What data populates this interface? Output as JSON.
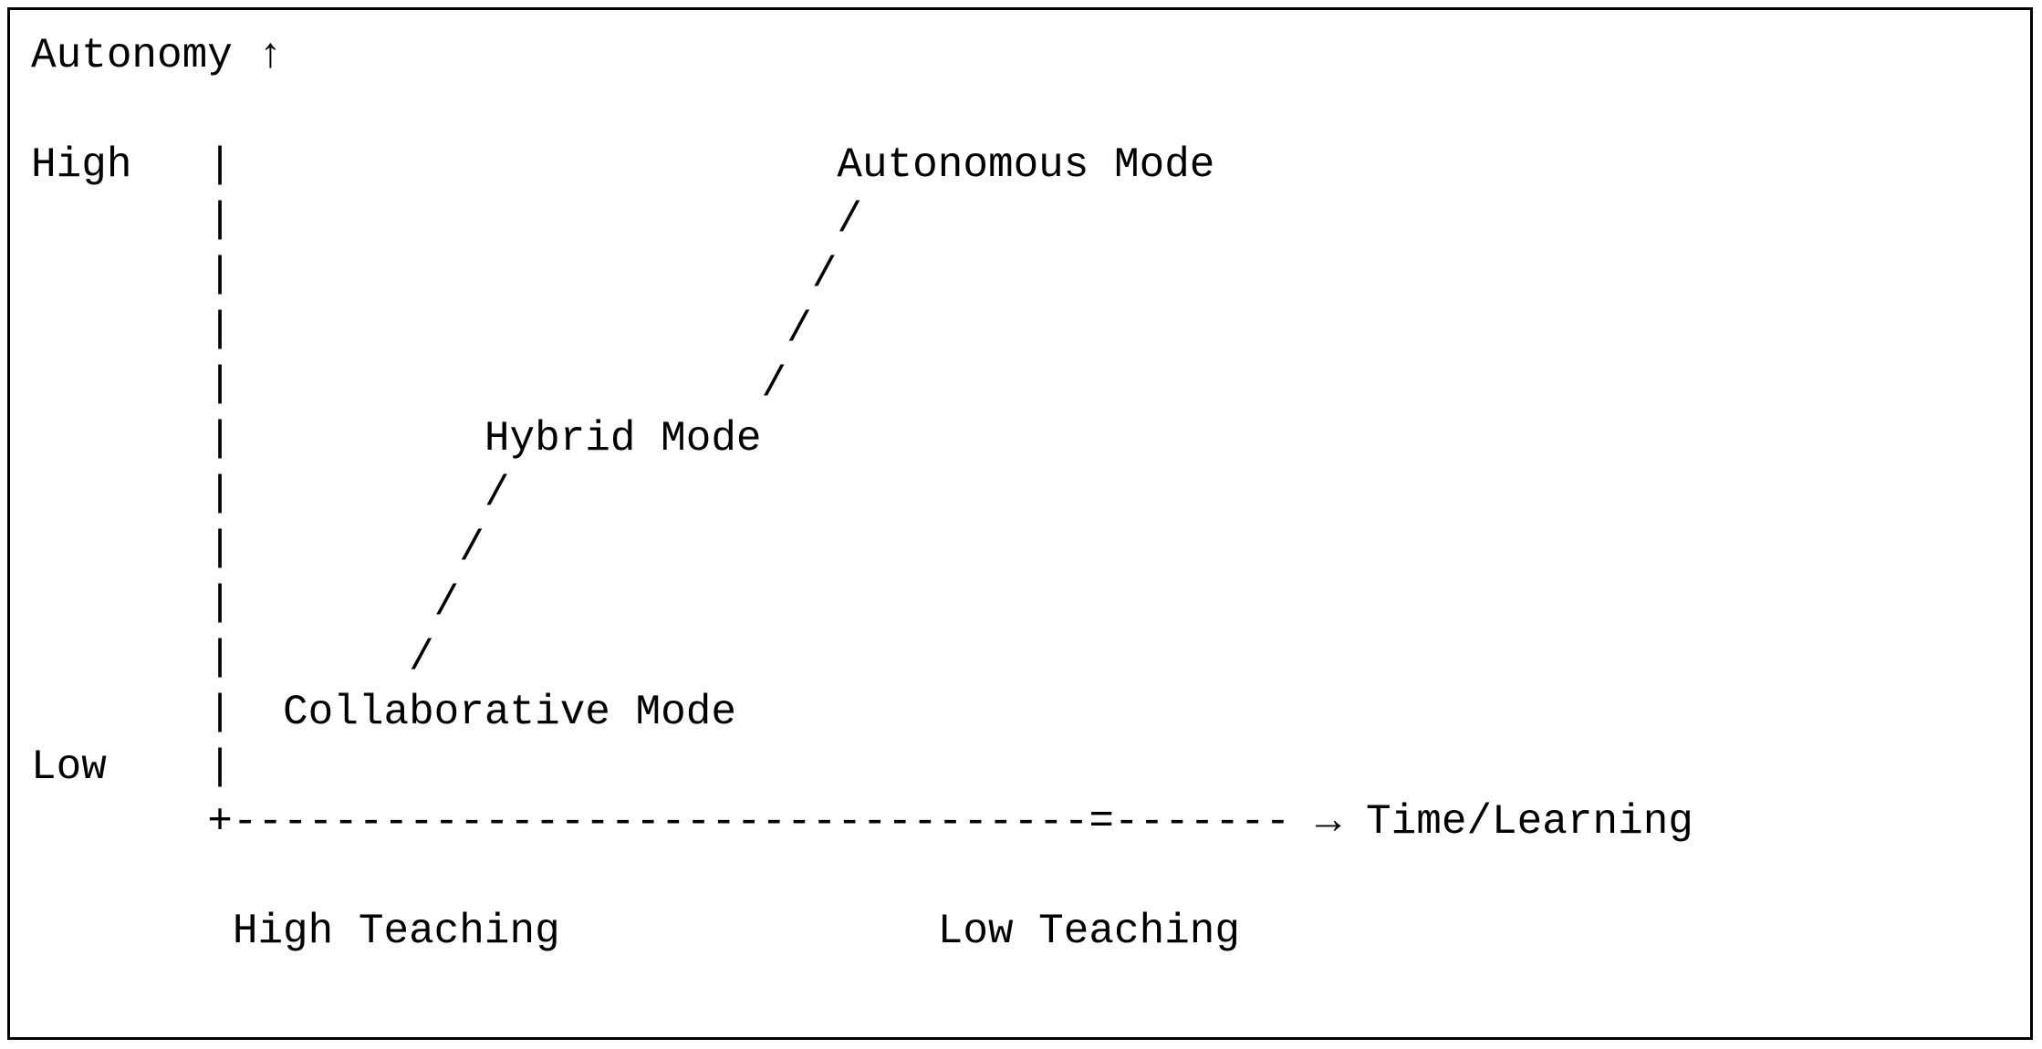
{
  "diagram": {
    "text_color": "#000000",
    "background_color": "#ffffff",
    "border_color": "#000000",
    "lines": [
      "Autonomy ↑",
      "",
      "High   |                        Autonomous Mode",
      "       |                        /",
      "       |                       /",
      "       |                      /",
      "       |                     /",
      "       |          Hybrid Mode",
      "       |          /",
      "       |         /",
      "       |        /",
      "       |       /",
      "       |  Collaborative Mode",
      "Low    |",
      "       +----------------------------------=------- → Time/Learning",
      "",
      "        High Teaching               Low Teaching"
    ],
    "axis": {
      "y_label": "Autonomy",
      "y_arrow": "↑",
      "y_high": "High",
      "y_low": "Low",
      "x_label": "Time/Learning",
      "x_arrow": "→",
      "x_left": "High Teaching",
      "x_right": "Low Teaching"
    },
    "modes": [
      {
        "label": "Collaborative Mode"
      },
      {
        "label": "Hybrid Mode"
      },
      {
        "label": "Autonomous Mode"
      }
    ]
  }
}
